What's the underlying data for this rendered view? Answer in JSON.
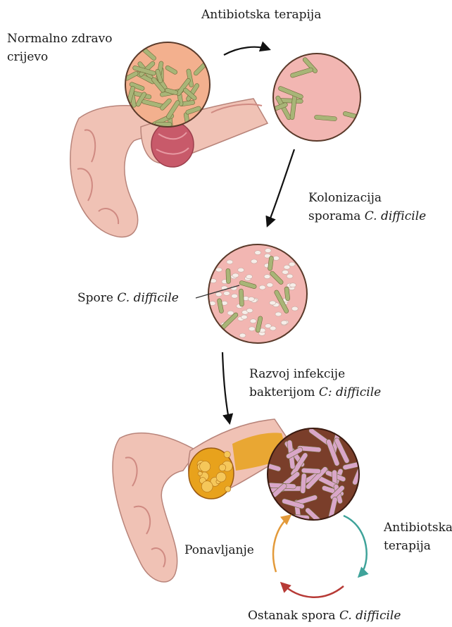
{
  "labels": {
    "normal_gut": [
      "Normalno zdravo",
      "crijevo"
    ],
    "antibiotic_top": "Antibiotska terapija",
    "colonization": {
      "line1": "Kolonizacija",
      "line2_plain": "sporama ",
      "line2_italic": "C. difficile"
    },
    "spores": {
      "plain": "Spore ",
      "italic": "C. difficile"
    },
    "infection": {
      "line1": "Razvoj infekcije",
      "line2_plain": "bakterijom ",
      "line2_italic": "C: difficile"
    },
    "antibiotic_cycle": [
      "Antibiotska",
      "terapija"
    ],
    "recurrence": "Ponavljanje",
    "residual_spores": {
      "plain": "Ostanak spora ",
      "italic": "C. difficile"
    }
  },
  "colors": {
    "colon_skin": "#f0c2b5",
    "colon_shadow": "#cf8a82",
    "lumen_healthy": "#c85a6a",
    "lumen_infected": "#e8a21c",
    "circle_healthy_bg": "#f3b08e",
    "circle_empty_bg": "#f2b6b2",
    "circle_infected_bg": "#7a3e2a",
    "rod_green": "#a8b577",
    "rod_pink": "#d9a6c8",
    "spore": "#f6eee9",
    "cycle_teal": "#3fa39a",
    "cycle_orange": "#e39a3a",
    "cycle_red": "#b73a36"
  }
}
